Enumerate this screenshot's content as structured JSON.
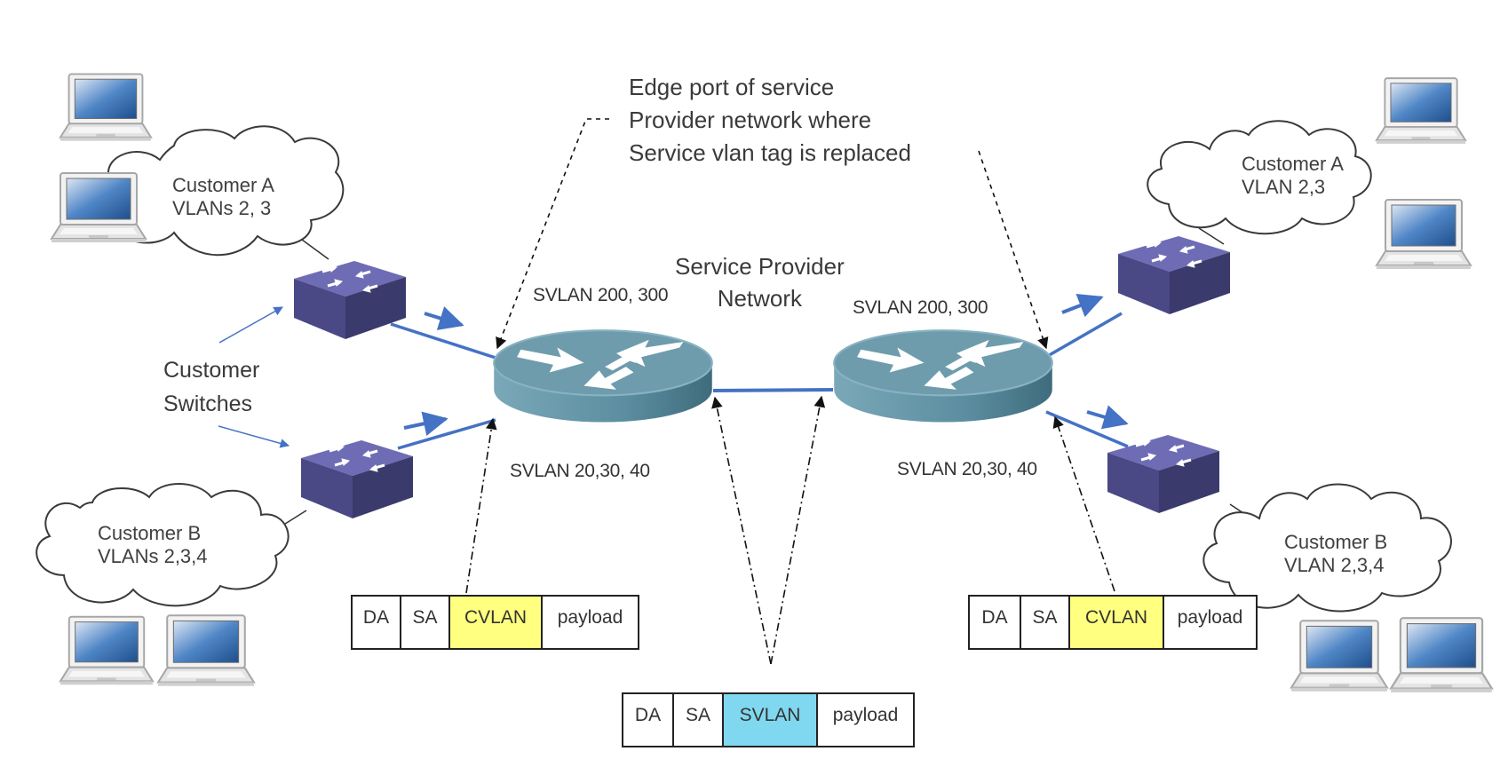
{
  "labels": {
    "edge_port_note": [
      "Edge port of service",
      "Provider network where",
      "Service vlan tag is replaced"
    ],
    "provider_network": [
      "Service Provider",
      "Network"
    ],
    "customer_switches": [
      "Customer",
      "Switches"
    ],
    "left_customer_a": [
      "Customer A",
      "VLANs 2, 3"
    ],
    "left_customer_b": [
      "Customer B",
      "VLANs 2,3,4"
    ],
    "right_customer_a": [
      "Customer A",
      "VLAN 2,3"
    ],
    "right_customer_b": [
      "Customer B",
      "VLAN 2,3,4"
    ],
    "left_svlan_top": "SVLAN 200, 300",
    "left_svlan_bottom": "SVLAN 20,30, 40",
    "right_svlan_top": "SVLAN 200, 300",
    "right_svlan_bottom": "SVLAN 20,30, 40"
  },
  "frames": {
    "left": [
      "DA",
      "SA",
      "CVLAN",
      "payload"
    ],
    "middle": [
      "DA",
      "SA",
      "SVLAN",
      "payload"
    ],
    "right": [
      "DA",
      "SA",
      "CVLAN",
      "payload"
    ]
  },
  "colors": {
    "cvlan_highlight": "#ffff80",
    "svlan_highlight": "#80d8f0",
    "link_blue": "#4472c4",
    "router_teal": "#5f8ea0",
    "switch_purple": "#4b4a83"
  },
  "icons": [
    "laptop-icon",
    "cloud-shape",
    "switch-icon",
    "router-icon",
    "arrow-icon"
  ]
}
